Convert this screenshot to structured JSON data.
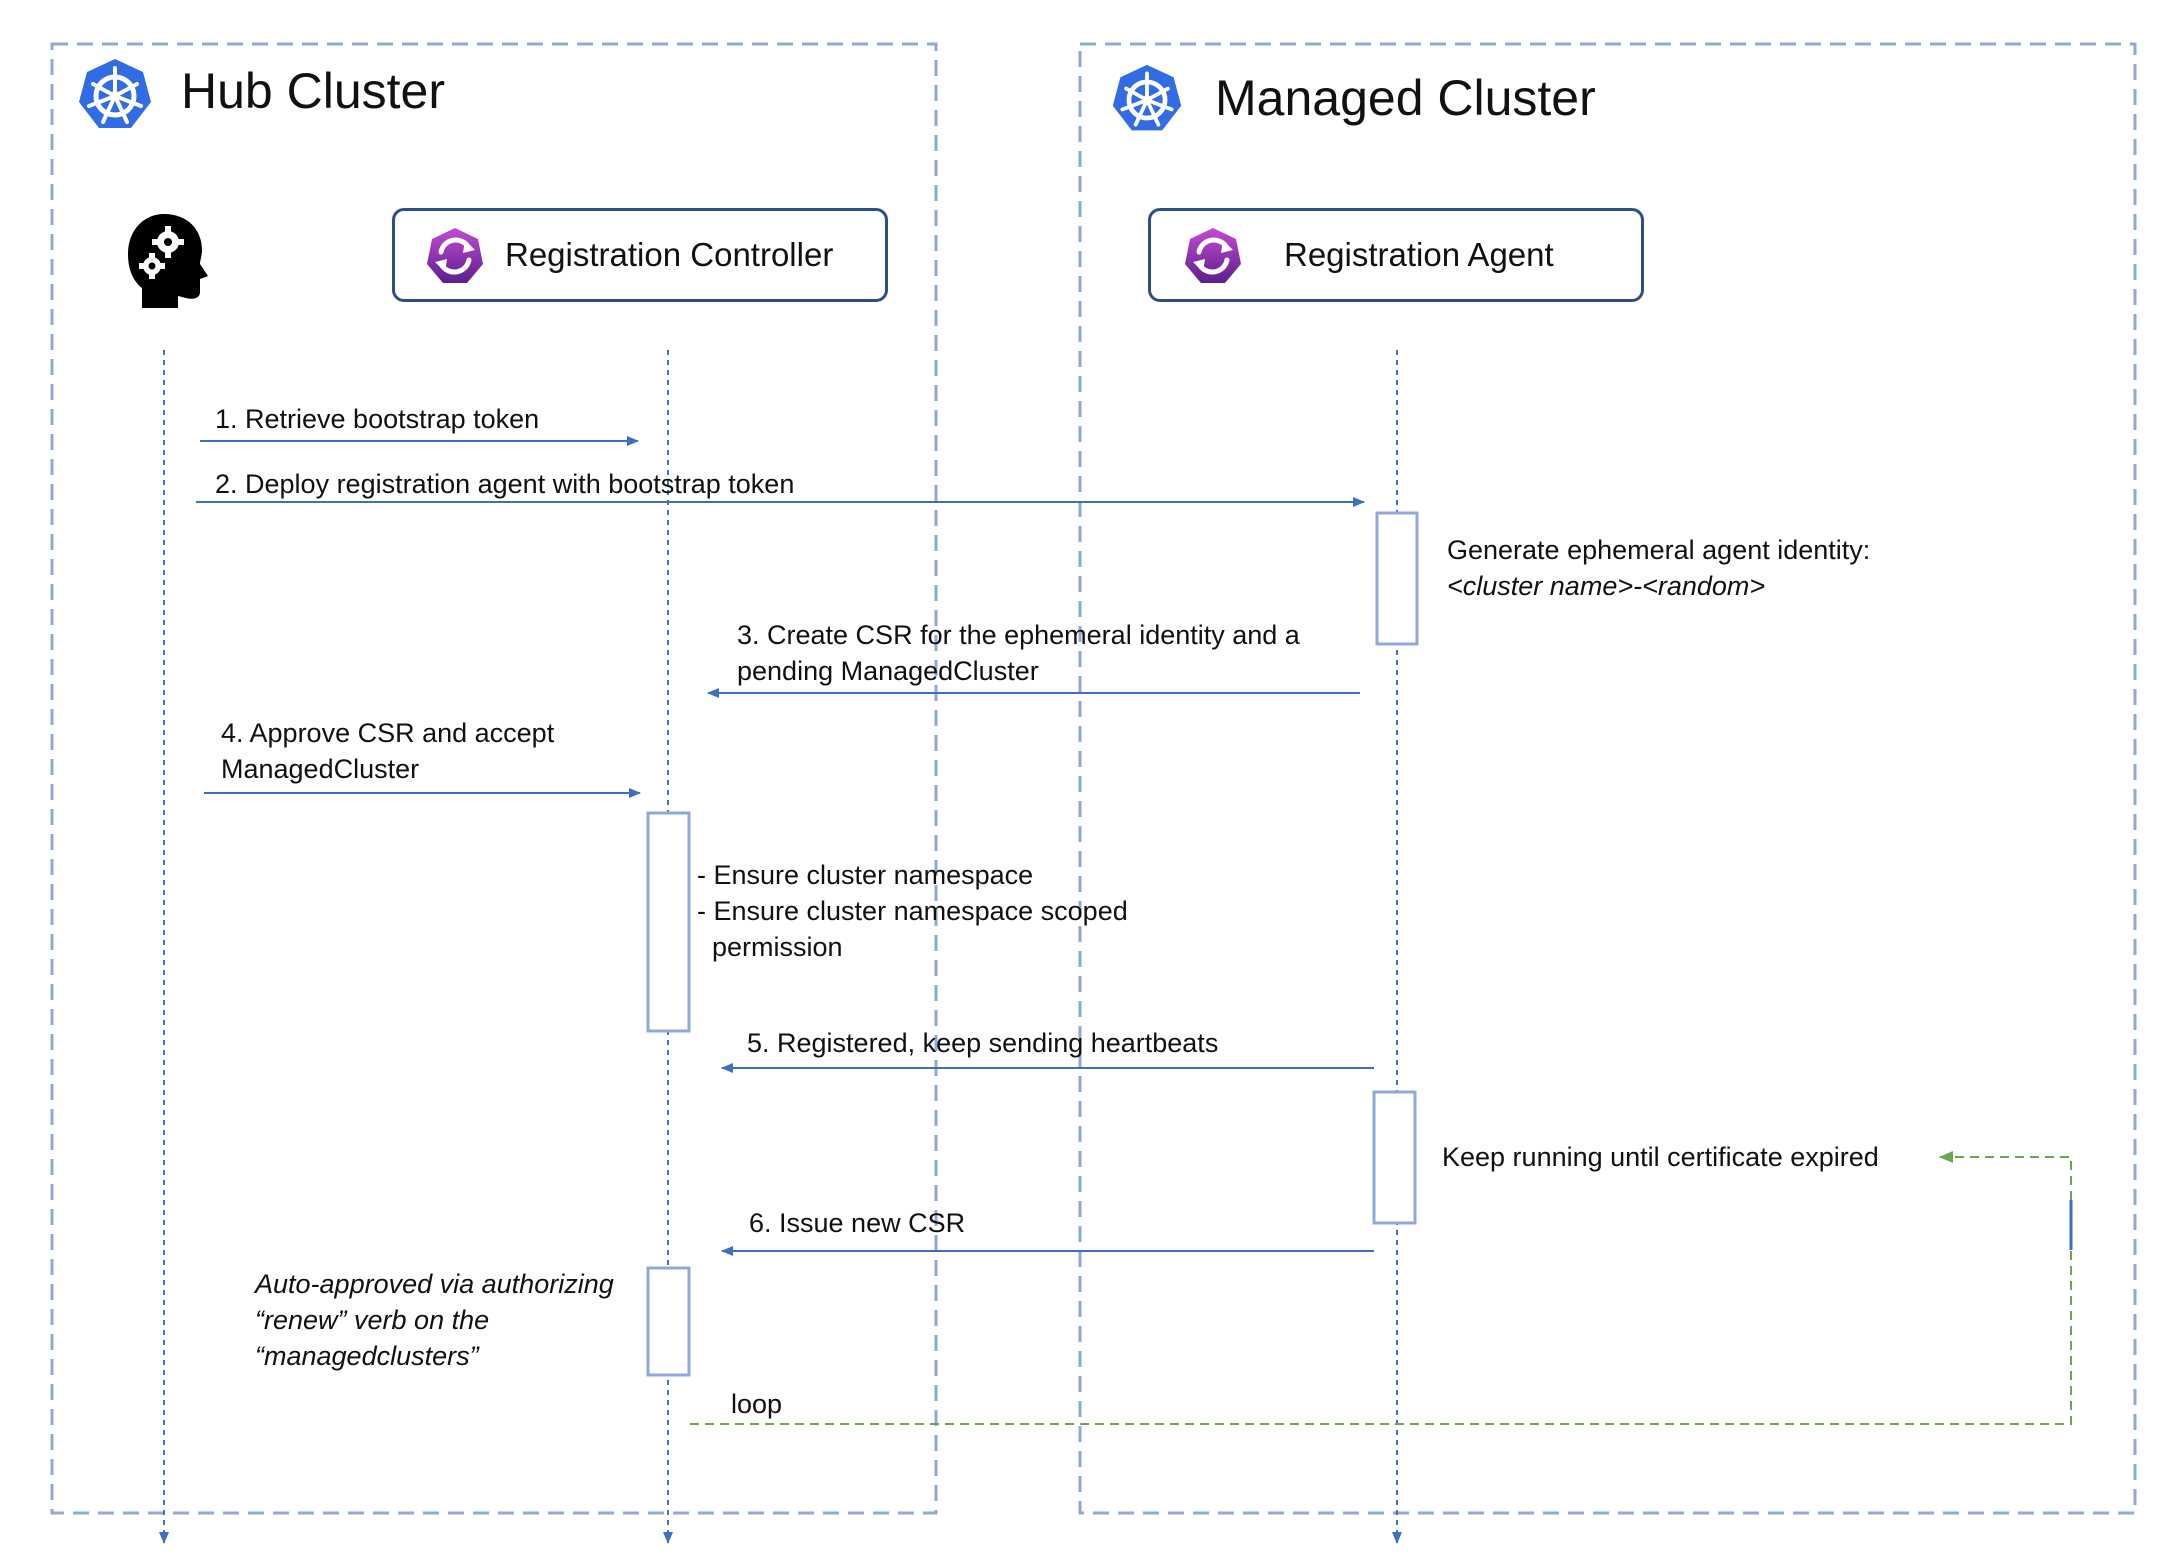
{
  "clusters": {
    "hub": {
      "title": "Hub Cluster",
      "icon": "kubernetes-icon"
    },
    "managed": {
      "title": "Managed Cluster",
      "icon": "kubernetes-icon"
    }
  },
  "participants": {
    "admin": {
      "icon": "admin-head-gears-icon"
    },
    "controller": {
      "label": "Registration Controller",
      "icon": "operator-logo-icon"
    },
    "agent": {
      "label": "Registration Agent",
      "icon": "operator-logo-icon"
    }
  },
  "messages": {
    "m1": "1. Retrieve bootstrap token",
    "m2": "2. Deploy registration agent with bootstrap token",
    "m3": [
      "3. Create CSR for the ephemeral identity and a",
      "pending ManagedCluster"
    ],
    "m4": [
      "4. Approve CSR and accept",
      "ManagedCluster"
    ],
    "m5": "5. Registered, keep sending heartbeats",
    "m6": "6. Issue new CSR"
  },
  "notes": {
    "identity": [
      "Generate ephemeral agent identity:",
      "<cluster name>-<random>"
    ],
    "ensure": [
      "- Ensure cluster namespace",
      "- Ensure cluster namespace scoped",
      "  permission"
    ],
    "keep_running": "Keep running until certificate expired",
    "auto_approved": [
      "Auto-approved via authorizing",
      "“renew” verb on the",
      "“managedclusters”"
    ],
    "loop": "loop"
  },
  "colors": {
    "cluster_border": "#8fa9d8",
    "lifeline": "#3f72c6",
    "arrow": "#3f6fc2",
    "activation": "#8ea8dc",
    "box_border": "#2b4f8d",
    "loop": "#6aa84f",
    "kubernetes": "#326ce5",
    "operator_top": "#c34bd3",
    "operator_bottom": "#5b1f8c"
  }
}
